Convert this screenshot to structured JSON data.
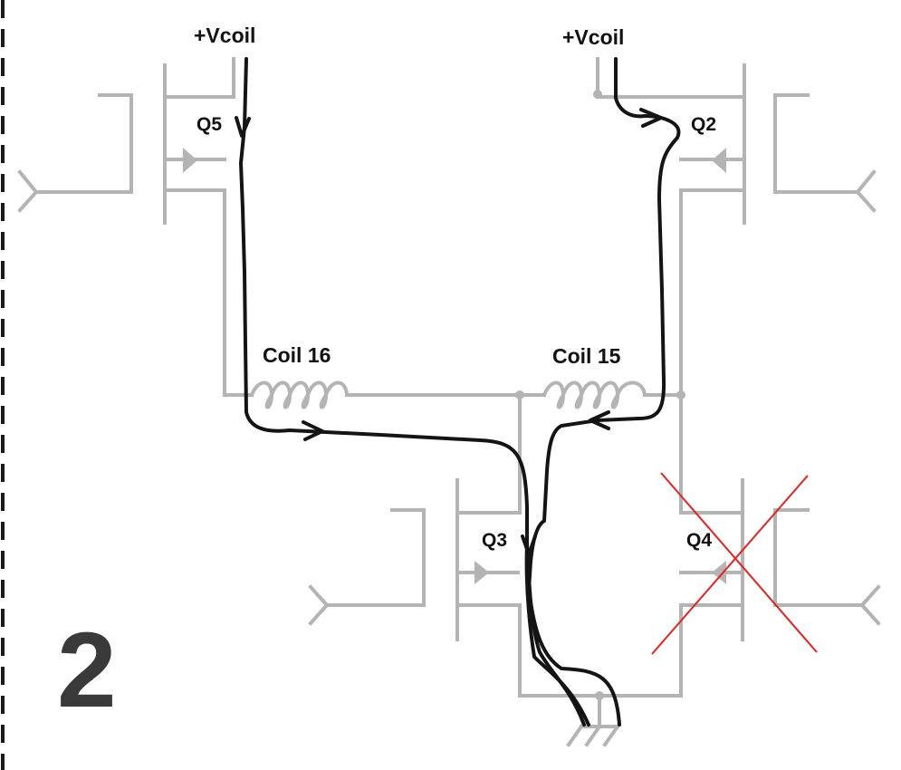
{
  "diagram": {
    "step_number": "2",
    "supply_label_left": "+Vcoil",
    "supply_label_right": "+Vcoil",
    "transistors": {
      "q5": "Q5",
      "q2": "Q2",
      "q3": "Q3",
      "q4": "Q4"
    },
    "coils": {
      "left": "Coil 16",
      "right": "Coil 15"
    },
    "disabled_transistor": "Q4",
    "colors": {
      "wire": "#b4b4b4",
      "current_path": "#141414",
      "disabled_mark": "#e32222",
      "step_number": "#3a3a3a"
    }
  }
}
